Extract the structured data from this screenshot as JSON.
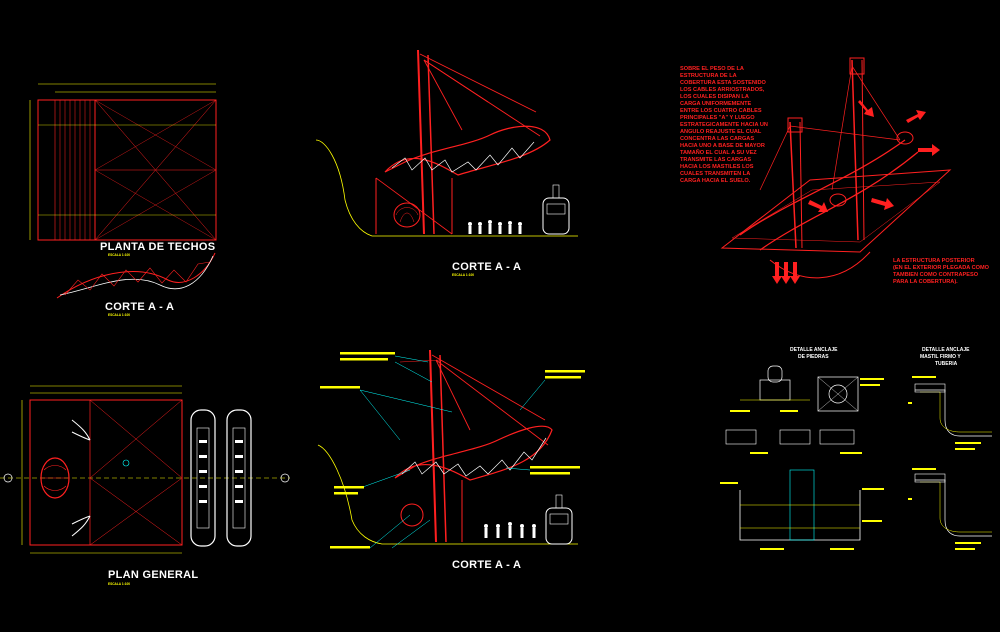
{
  "views": {
    "roof_plan_title": "PLANTA DE TECHOS",
    "roof_plan_scale": "ESCALA 1:100",
    "small_section_title": "CORTE A - A",
    "small_section_scale": "ESCALA 1:100",
    "section_top_title": "CORTE A - A",
    "section_top_scale": "ESCALA 1:100",
    "section_bottom_title": "CORTE A - A",
    "general_plan_title": "PLAN GENERAL",
    "general_plan_scale": "ESCALA 1:100",
    "detail1_title_line1": "DETALLE ANCLAJE",
    "detail1_title_line2": "DE PIEDRAS",
    "detail2_title_line1": "DETALLE ANCLAJE",
    "detail2_title_line2": "MASTIL FIRMO Y",
    "detail2_title_line3": "TUBERIA"
  },
  "notes": {
    "main_note_lines": [
      "SOBRE EL PESO DE LA",
      "ESTRUCTURA DE LA",
      "COBERTURA ESTA SOSTENIDO",
      "LOS CABLES ARRIOSTRADOS,",
      "LOS CUALES DISIPAN LA",
      "CARGA UNIFORMEMENTE",
      "ENTRE LOS CUATRO CABLES",
      "PRINCIPALES \"A\" Y LUEGO",
      "ESTRATEGICAMENTE HACIA UN",
      "ANGULO REAJUSTE EL CUAL",
      "CONCENTRA LAS CARGAS",
      "HACIA UNO A BASE DE MAYOR",
      "TAMAÑO EL CUAL A SU VEZ",
      "TRANSMITE LAS CARGAS",
      "HACIA LOS MASTILES LOS",
      "CUALES TRANSMITEN LA",
      "CARGA HACIA EL SUELO."
    ],
    "secondary_note_lines": [
      "LA ESTRUCTURA POSTERIOR",
      "(EN EL EXTERIOR PLEGADA COMO",
      "TAMBIEN COMO CONTRAPESO",
      "PARA LA COBERTURA)."
    ]
  },
  "colors": {
    "background": "#000000",
    "structure": "#ff2020",
    "annotation": "#ffff00",
    "title_text": "#ffffff",
    "load_arrows": "#ff2020",
    "leaders": "#00ffff"
  }
}
